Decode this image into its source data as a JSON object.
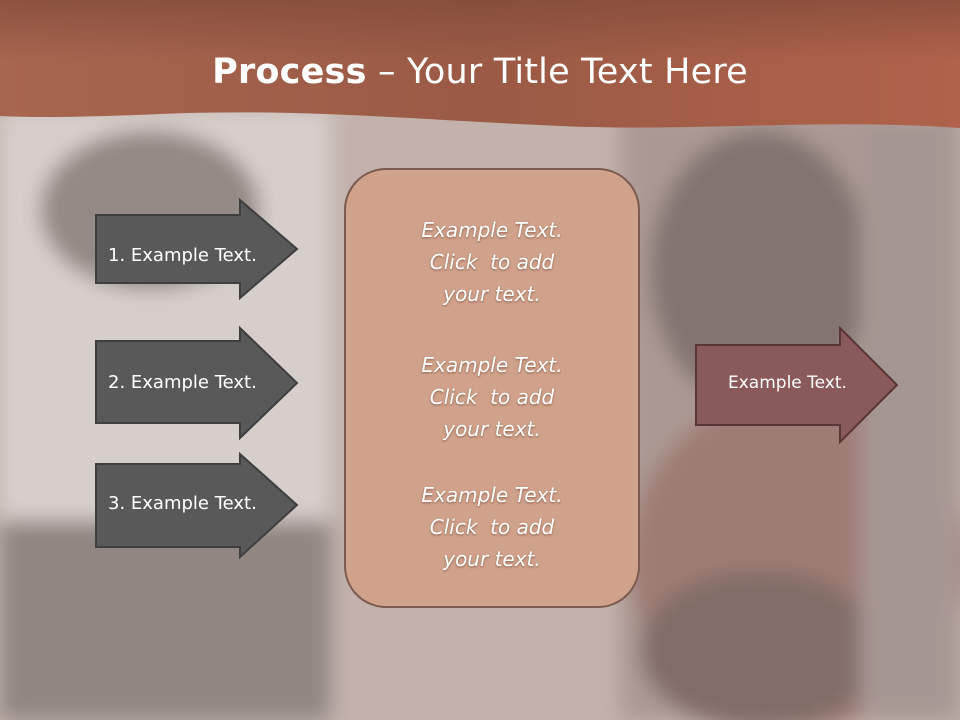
{
  "title": {
    "bold": "Process",
    "rest": " – Your Title Text Here"
  },
  "left_arrows": [
    {
      "label": "1. Example Text."
    },
    {
      "label": "2. Example Text."
    },
    {
      "label": "3. Example Text."
    }
  ],
  "center_blocks": [
    {
      "lines": [
        "Example Text.",
        "Click  to add",
        "your text."
      ]
    },
    {
      "lines": [
        "Example Text.",
        "Click  to add",
        "your text."
      ]
    },
    {
      "lines": [
        "Example Text.",
        "Click  to add",
        "your text."
      ]
    }
  ],
  "right_arrow": {
    "label": "Example Text."
  },
  "colors": {
    "header": "#a3604a",
    "left_arrow_fill": "#595959",
    "center_box_fill": "#d0a28b",
    "right_arrow_fill": "#8a5a5a"
  }
}
